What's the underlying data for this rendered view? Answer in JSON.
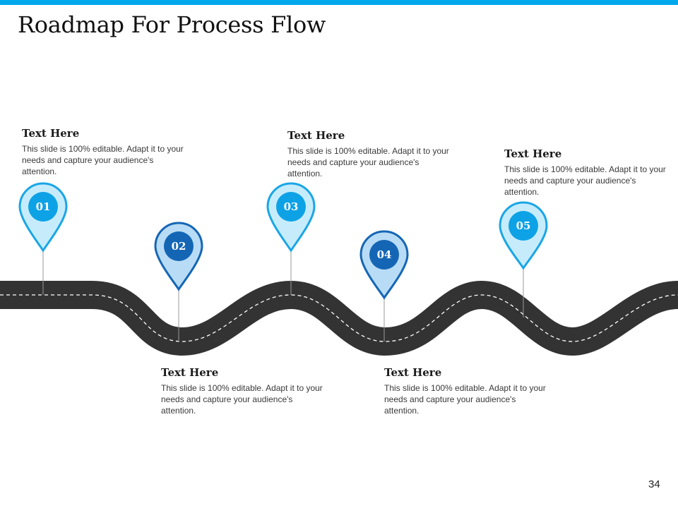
{
  "slide": {
    "title": "Roadmap For Process Flow",
    "page_number": "34"
  },
  "colors": {
    "accent": "#00a8ec",
    "road": "#333333",
    "pin_light_outer": "#1aa6e6",
    "pin_light_inner": "#0da2e6",
    "pin_dark_outer": "#1466b5",
    "pin_dark_inner": "#1466b5",
    "pin_fill_light": "#c6ecfb",
    "pin_fill_dark": "#b9dcf6"
  },
  "steps": [
    {
      "number": "01",
      "title": "Text Here",
      "description": "This slide is 100% editable. Adapt it to your needs and capture your audience's attention."
    },
    {
      "number": "02",
      "title": "Text Here",
      "description": "This slide is 100% editable. Adapt it to your needs and capture your audience's attention."
    },
    {
      "number": "03",
      "title": "Text Here",
      "description": "This slide is 100% editable. Adapt it to your needs and capture your audience's attention."
    },
    {
      "number": "04",
      "title": "Text Here",
      "description": "This slide is 100% editable. Adapt it to your needs and capture your audience's attention."
    },
    {
      "number": "05",
      "title": "Text Here",
      "description": "This slide is 100% editable. Adapt it to your needs and capture your audience's attention."
    }
  ]
}
